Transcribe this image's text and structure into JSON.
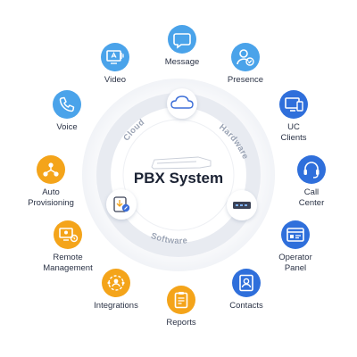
{
  "center": {
    "title": "PBX System"
  },
  "ring_labels": {
    "cloud": "Cloud",
    "hardware": "Hardware",
    "software": "Software"
  },
  "colors": {
    "blue": "#2f6fdb",
    "sky": "#4aa3ea",
    "orange": "#f4a41a",
    "ring": "#eceff4",
    "text": "#2b3346"
  },
  "features": [
    {
      "key": "message",
      "label": "Message",
      "icon": "chat-bubble-icon",
      "color": "sky"
    },
    {
      "key": "presence",
      "label": "Presence",
      "icon": "user-check-icon",
      "color": "sky"
    },
    {
      "key": "uc-clients",
      "label": "UC Clients",
      "icon": "devices-icon",
      "color": "blue"
    },
    {
      "key": "call-center",
      "label": "Call Center",
      "icon": "headset-icon",
      "color": "blue"
    },
    {
      "key": "operator-panel",
      "label": "Operator\nPanel",
      "icon": "panel-icon",
      "color": "blue"
    },
    {
      "key": "contacts",
      "label": "Contacts",
      "icon": "contact-book-icon",
      "color": "blue"
    },
    {
      "key": "reports",
      "label": "Reports",
      "icon": "clipboard-icon",
      "color": "orange"
    },
    {
      "key": "integrations",
      "label": "Integrations",
      "icon": "integration-icon",
      "color": "orange"
    },
    {
      "key": "remote-management",
      "label": "Remote\nManagement",
      "icon": "remote-monitor-icon",
      "color": "orange"
    },
    {
      "key": "auto-provisioning",
      "label": "Auto\nProvisioning",
      "icon": "network-icon",
      "color": "orange"
    },
    {
      "key": "voice",
      "label": "Voice",
      "icon": "phone-icon",
      "color": "sky"
    },
    {
      "key": "video",
      "label": "Video",
      "icon": "video-screen-icon",
      "color": "sky"
    }
  ]
}
